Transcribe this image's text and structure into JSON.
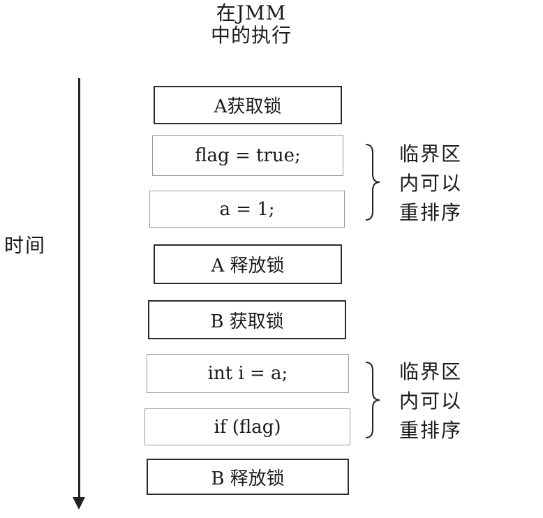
{
  "title": {
    "line1": "在JMM",
    "line2": "中的执行"
  },
  "time_label": "时间",
  "steps": [
    "A获取锁",
    "flag = true;",
    "a = 1;",
    "A 释放锁",
    "B 获取锁",
    "int i = a;",
    "if (flag)",
    "B 释放锁"
  ],
  "notes": [
    {
      "line1": "临界区",
      "line2": "内可以",
      "line3": "重排序"
    },
    {
      "line1": "临界区",
      "line2": "内可以",
      "line3": "重排序"
    }
  ]
}
